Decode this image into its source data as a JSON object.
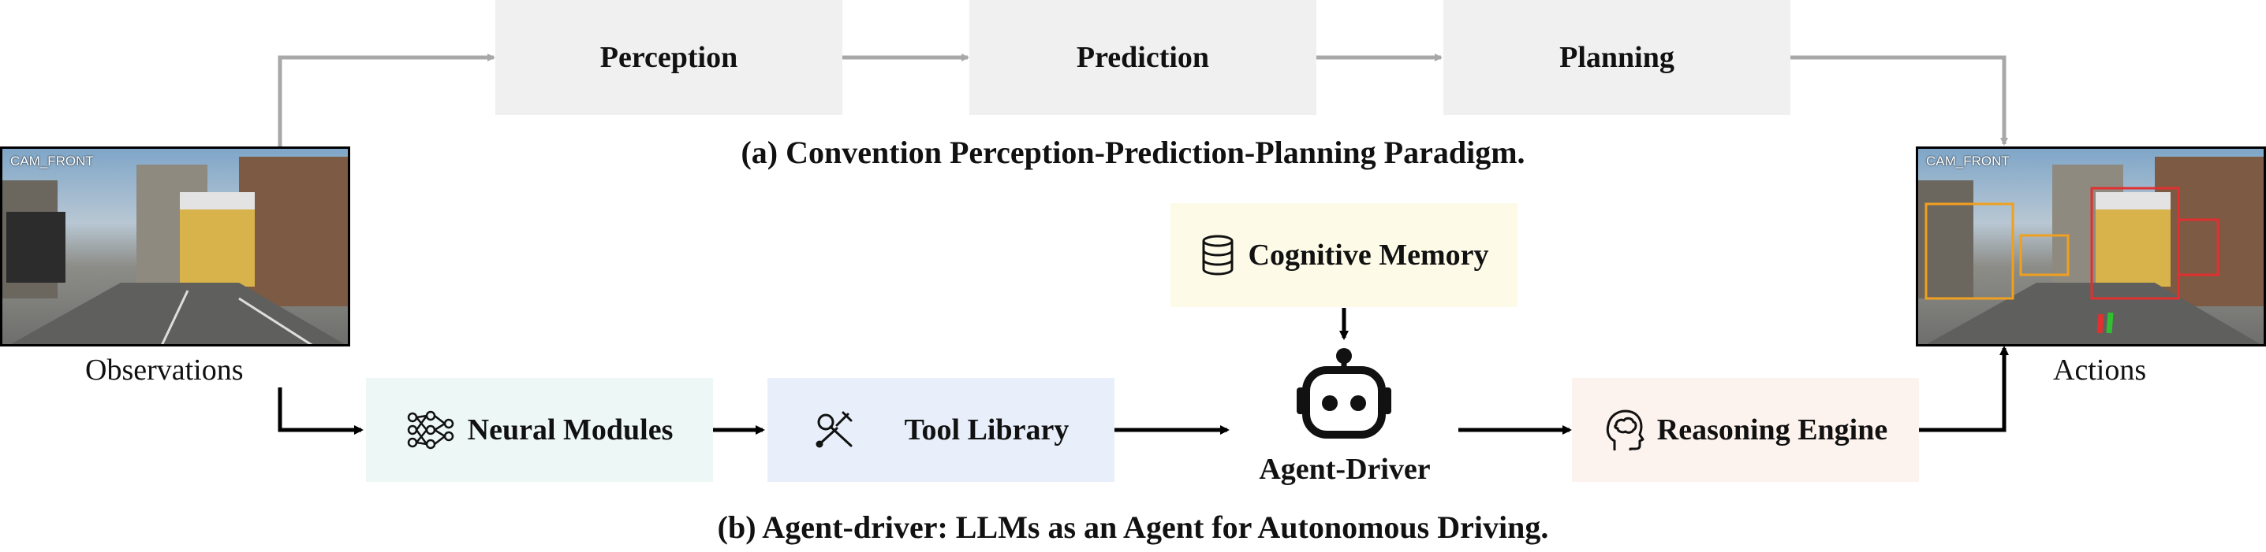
{
  "conventional": {
    "stages": [
      "Perception",
      "Prediction",
      "Planning"
    ],
    "caption": "(a) Convention Perception-Prediction-Planning Paradigm."
  },
  "observations": {
    "camera_label": "CAM_FRONT",
    "label": "Observations"
  },
  "actions": {
    "camera_label": "CAM_FRONT",
    "label": "Actions"
  },
  "agent": {
    "neural_modules": "Neural Modules",
    "tool_library": "Tool Library",
    "cognitive_memory": "Cognitive Memory",
    "agent_driver": "Agent-Driver",
    "reasoning_engine": "Reasoning Engine",
    "caption": "(b) Agent-driver: LLMs as an Agent for Autonomous Driving."
  },
  "colors": {
    "stage_box": "#f0f0f0",
    "gray_arrow": "#a8a8a8",
    "neural_box": "#edf7f5",
    "tool_box": "#e8effa",
    "memory_box": "#fdfbe8",
    "reasoning_box": "#fcf2ee"
  },
  "icons": {
    "neural": "network-icon",
    "tool": "tools-icon",
    "memory": "database-icon",
    "agent": "robot-icon",
    "reasoning": "brain-head-icon"
  }
}
